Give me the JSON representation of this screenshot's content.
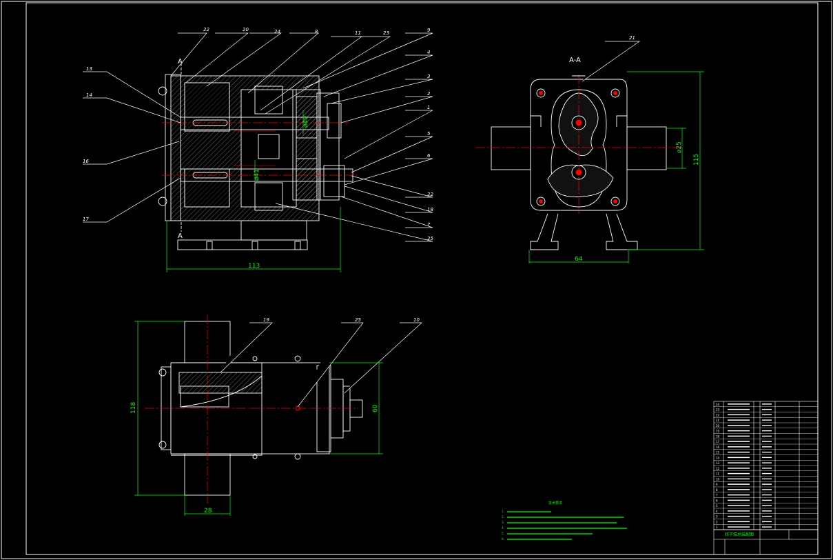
{
  "colors": {
    "background": "#000000",
    "outline": "#ffffff",
    "dimension": "#00ff00",
    "centerline": "#ff0000",
    "hatch": "#9a9a9a"
  },
  "section_marks": {
    "top": "A",
    "bottom": "A",
    "view_title": "A-A"
  },
  "part_labels": [
    "22",
    "20",
    "24",
    "8",
    "11",
    "23",
    "9",
    "4",
    "3",
    "2",
    "1",
    "5",
    "6",
    "13",
    "14",
    "16",
    "17",
    "22",
    "18",
    "7",
    "25",
    "21",
    "19",
    "25",
    "10"
  ],
  "dimensions": {
    "front_width": "113",
    "side_height": "115",
    "side_base": "64",
    "port_diameter": "⌀25",
    "inner_dia_1": "⌀40",
    "inner_dia_2": "⌀41",
    "top_height": "118",
    "top_width": "60",
    "top_base": "28"
  },
  "notes": {
    "title": "技术要求",
    "lines": [
      "1.",
      "2.",
      "3.",
      "4.",
      "5.",
      "6."
    ]
  },
  "title_block": {
    "drawing_name": "转子泵总装配图",
    "row_numbers": [
      "24",
      "23",
      "22",
      "21",
      "20",
      "19",
      "18",
      "17",
      "16",
      "15",
      "14",
      "13",
      "12",
      "11",
      "10",
      "9",
      "8",
      "7",
      "6",
      "5",
      "4",
      "3",
      "2",
      "1"
    ]
  }
}
